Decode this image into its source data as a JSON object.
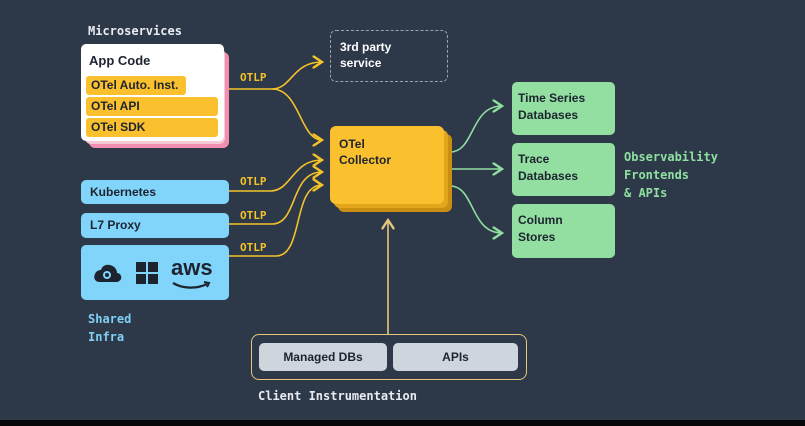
{
  "microservices": {
    "caption": "Microservices",
    "app_code": "App Code",
    "pills": [
      "OTel Auto. Inst.",
      "OTel API",
      "OTel SDK"
    ]
  },
  "third_party": "3rd party\nservice",
  "collector": "OTel\nCollector",
  "otlp_label": "OTLP",
  "infra": {
    "kubernetes": "Kubernetes",
    "l7_proxy": "L7 Proxy",
    "aws": "aws",
    "caption": "Shared\nInfra"
  },
  "backends": [
    {
      "label": "Time Series\nDatabases"
    },
    {
      "label": "Trace\nDatabases"
    },
    {
      "label": "Column\nStores"
    }
  ],
  "observability_caption": "Observability\nFrontends\n& APIs",
  "client": {
    "managed_dbs": "Managed DBs",
    "apis": "APIs",
    "caption": "Client Instrumentation"
  },
  "colors": {
    "background": "#2d3848",
    "otlp_line": "#f5c22a",
    "collector": "#fbc02d",
    "backend_line": "#8fe0a0",
    "infra_box": "#81d4fa",
    "client_line": "#e7c77b"
  }
}
